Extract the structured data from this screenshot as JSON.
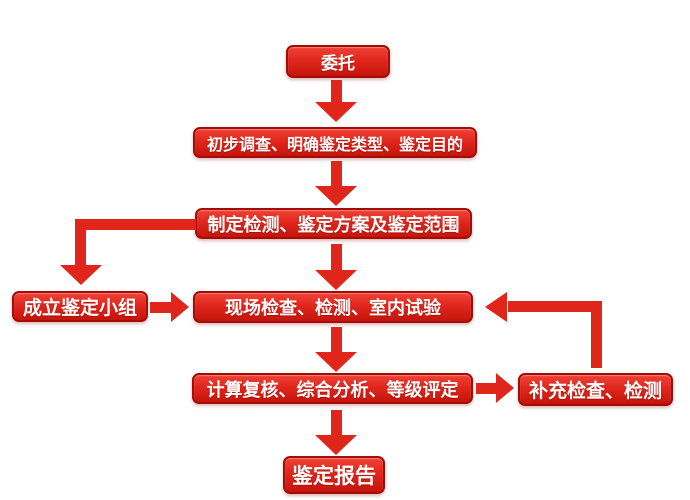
{
  "diagram": {
    "type": "flowchart",
    "nodes": [
      {
        "id": "entrust",
        "label": "委托"
      },
      {
        "id": "preliminary",
        "label": "初步调查、明确鉴定类型、鉴定目的"
      },
      {
        "id": "plan",
        "label": "制定检测、鉴定方案及鉴定范围"
      },
      {
        "id": "team",
        "label": "成立鉴定小组"
      },
      {
        "id": "site",
        "label": "现场检查、检测、室内试验"
      },
      {
        "id": "analysis",
        "label": "计算复核、综合分析、等级评定"
      },
      {
        "id": "supplement",
        "label": "补充检查、检测"
      },
      {
        "id": "report",
        "label": "鉴定报告"
      }
    ],
    "edges": [
      {
        "from": "entrust",
        "to": "preliminary",
        "shape": "straight-down"
      },
      {
        "from": "preliminary",
        "to": "plan",
        "shape": "straight-down"
      },
      {
        "from": "plan",
        "to": "team",
        "shape": "elbow-left-then-down"
      },
      {
        "from": "plan",
        "to": "site",
        "shape": "straight-down"
      },
      {
        "from": "team",
        "to": "site",
        "shape": "straight-right"
      },
      {
        "from": "site",
        "to": "analysis",
        "shape": "straight-down"
      },
      {
        "from": "analysis",
        "to": "supplement",
        "shape": "straight-right"
      },
      {
        "from": "supplement",
        "to": "site",
        "shape": "elbow-up-then-left"
      },
      {
        "from": "analysis",
        "to": "report",
        "shape": "straight-down"
      }
    ],
    "colors": {
      "background": "#ffffff",
      "node_fill_top": "#ef4136",
      "node_fill": "#e0251b",
      "node_fill_bottom": "#c4150c",
      "node_border": "#a30d06",
      "arrow": "#e0251b",
      "text": "#ffffff"
    }
  }
}
